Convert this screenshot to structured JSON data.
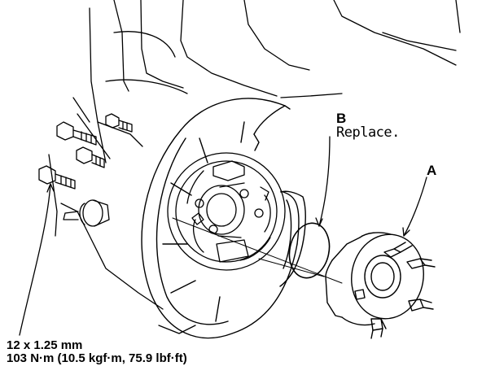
{
  "labels": {
    "part_b": "B",
    "part_b_note": "Replace.",
    "part_a": "A"
  },
  "specification": {
    "bolt_size": "12 x 1.25 mm",
    "torque": "103 N·m (10.5 kgf·m, 75.9 lbf·ft)"
  }
}
